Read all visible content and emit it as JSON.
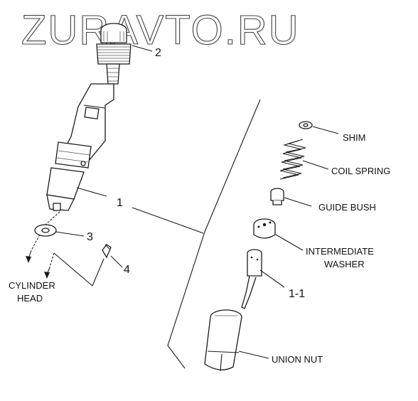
{
  "watermark": "ZURAVTO.RU",
  "callouts": {
    "n1": "1",
    "n2": "2",
    "n3": "3",
    "n4": "4",
    "n11": "1-1"
  },
  "labels": {
    "cylinder_head_line1": "CYLINDER",
    "cylinder_head_line2": "HEAD",
    "shim": "SHIM",
    "coil_spring": "COIL SPRING",
    "guide_bush": "GUIDE BUSH",
    "intermediate_washer_line1": "INTERMEDIATE",
    "intermediate_washer_line2": "WASHER",
    "union_nut": "UNION NUT"
  }
}
